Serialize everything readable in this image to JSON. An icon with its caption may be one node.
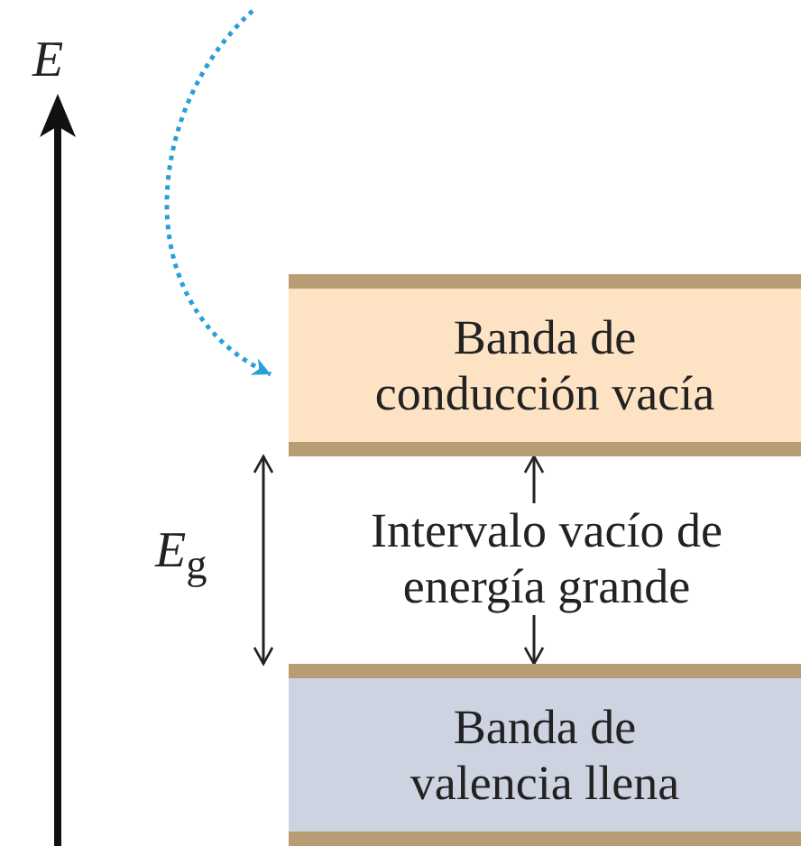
{
  "diagram": {
    "nodes": [
      {
        "text": [
          "Banda de conducción vacía"
        ]
      },
      {
        "text": [
          "Intervalo vacío de energía grande"
        ]
      },
      {
        "text": [
          "Banda de valencia llena"
        ]
      }
    ],
    "edges": [
      {
        "from": null,
        "to": 0,
        "arrow": "to",
        "style": "dashed",
        "color": "#2a9fd6"
      },
      {
        "from": 1,
        "to": 0,
        "arrow": "to"
      },
      {
        "from": 1,
        "to": 2,
        "arrow": "to"
      },
      {
        "from": 0,
        "to": 2,
        "arrow": "both"
      }
    ],
    "labels": [
      "E",
      "*E*$_{g}$"
    ]
  }
}
